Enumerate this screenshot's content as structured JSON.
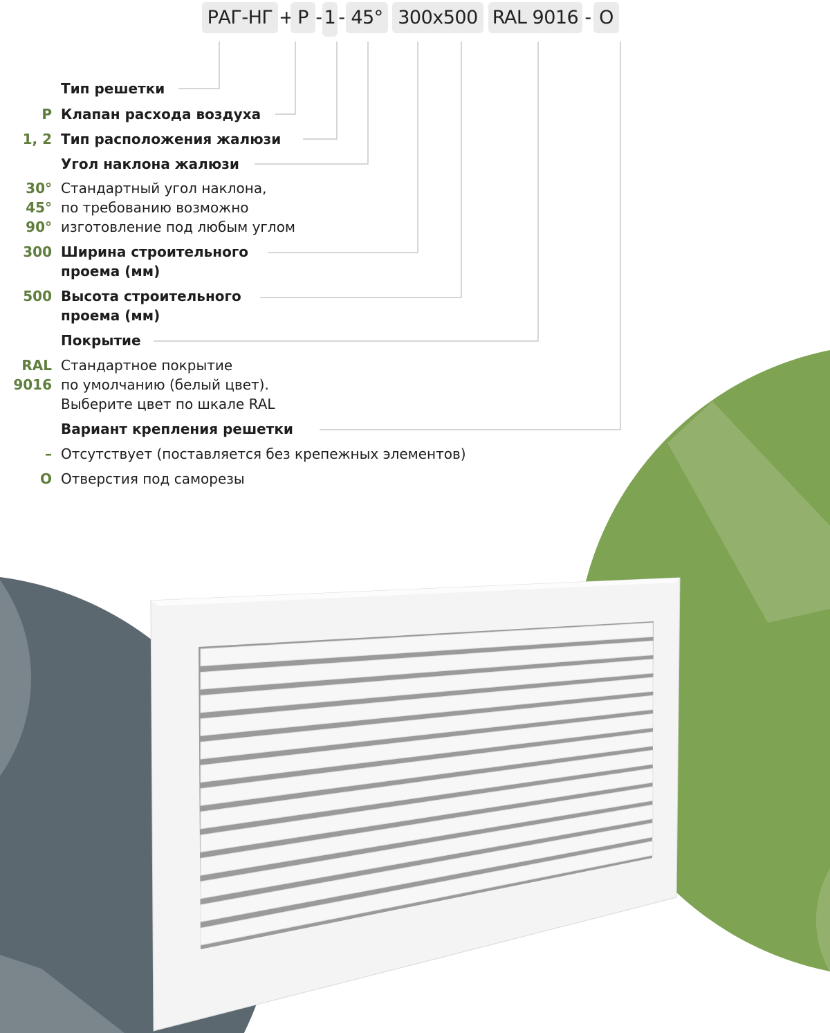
{
  "code": {
    "parts": [
      "РАГ-НГ",
      "+",
      "Р",
      "-",
      "1",
      "-",
      "45°",
      "300x500",
      "RAL 9016",
      "-",
      "О"
    ]
  },
  "legend": [
    {
      "key": "",
      "text": "Тип решетки",
      "bold": true
    },
    {
      "key": "Р",
      "text": "Клапан расхода воздуха",
      "bold": true
    },
    {
      "key": "1, 2",
      "text": "Тип расположения жалюзи",
      "bold": true
    },
    {
      "key": "",
      "text": "Угол наклона жалюзи",
      "bold": true
    },
    {
      "key": "30°\n45°\n90°",
      "text": "Стандартный угол наклона,\nпо требованию возможно\nизготовление под любым углом",
      "bold": false
    },
    {
      "key": "300",
      "text": "Ширина строительного\nпроема (мм)",
      "bold": true
    },
    {
      "key": "500",
      "text": "Высота строительного\nпроема (мм)",
      "bold": true
    },
    {
      "key": "",
      "text": "Покрытие",
      "bold": true
    },
    {
      "key": "RAL\n9016",
      "text": "Стандартное покрытие\nпо умолчанию (белый цвет).\nВыберите цвет по шкале RAL",
      "bold": false
    },
    {
      "key": "",
      "text": "Вариант крепления решетки",
      "bold": true
    },
    {
      "key": "–",
      "text": "Отсутствует (поставляется без крепежных элементов)",
      "bold": false
    },
    {
      "key": "О",
      "text": "Отверстия под саморезы",
      "bold": false
    }
  ],
  "colors": {
    "accent": "#5f7d3c",
    "green": "#7ea352",
    "slate": "#5c6870"
  }
}
